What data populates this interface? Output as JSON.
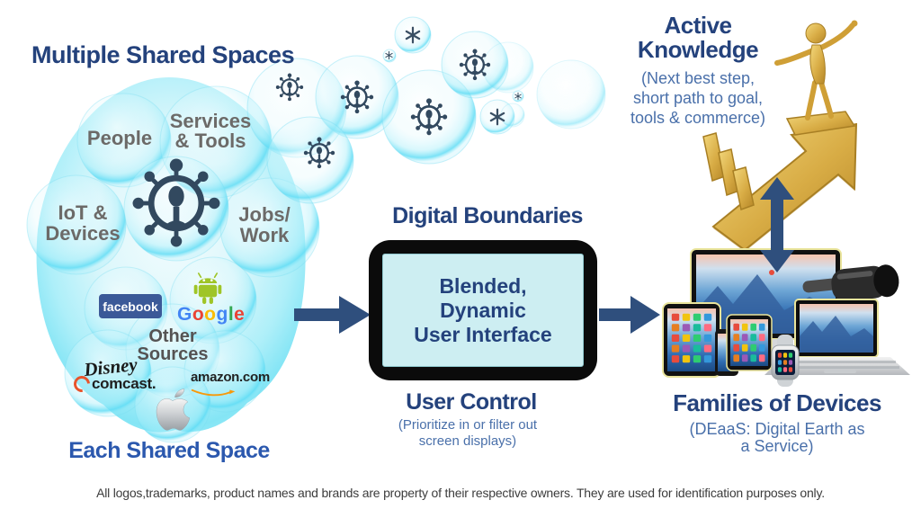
{
  "left": {
    "title": "Multiple Shared Spaces",
    "footer": "Each Shared Space",
    "bubbles": {
      "people": "People",
      "services_lines": [
        "Services",
        "& Tools"
      ],
      "iot_lines": [
        "IoT &",
        "Devices"
      ],
      "jobs_lines": [
        "Jobs/",
        "Work"
      ],
      "other_lines": [
        "Other",
        "Sources"
      ]
    },
    "logos": {
      "facebook": "facebook",
      "google_letters": [
        {
          "ch": "G",
          "color": "#4285F4"
        },
        {
          "ch": "o",
          "color": "#EA4335"
        },
        {
          "ch": "o",
          "color": "#FBBC05"
        },
        {
          "ch": "g",
          "color": "#4285F4"
        },
        {
          "ch": "l",
          "color": "#34A853"
        },
        {
          "ch": "e",
          "color": "#EA4335"
        }
      ],
      "disney": "Disney",
      "comcast": "comcast.",
      "amazon": "amazon.com"
    }
  },
  "center": {
    "title": "Digital Boundaries",
    "screen_lines": [
      "Blended,",
      "Dynamic",
      "User Interface"
    ],
    "subtitle": "User Control",
    "note_lines": [
      "(Prioritize in or filter out",
      "screen displays)"
    ]
  },
  "knowledge": {
    "title_lines": [
      "Active",
      "Knowledge"
    ],
    "note_lines": [
      "(Next best step,",
      "short path to goal,",
      "tools & commerce)"
    ]
  },
  "devices": {
    "title": "Families of Devices",
    "note_lines": [
      "(DEaaS:  Digital Earth as",
      "a Service)"
    ]
  },
  "icons": {
    "hub": "person-network-hub-icon",
    "snowflake": "snowflake-icon",
    "android": "android-robot-icon",
    "apple": "apple-logo-icon"
  },
  "colors": {
    "navy_title": "#24427c",
    "note_blue": "#4a70aa",
    "arrow_navy": "#2f4f7d",
    "bubble_cyan": "#7fe3f4",
    "label_gray": "#6c6a68",
    "facebook_blue": "#3b5998",
    "android_green": "#9FC527",
    "gold": "#d1a436"
  },
  "disclaimer": "All logos,trademarks, product names and brands are property of their respective owners. They are used for identification purposes only."
}
